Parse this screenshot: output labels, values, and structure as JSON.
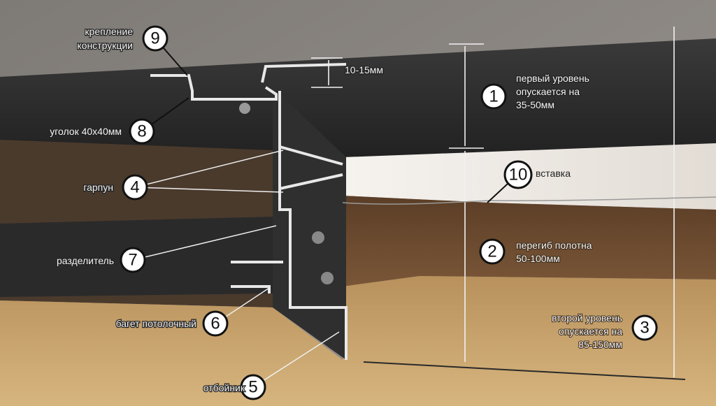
{
  "callouts": [
    {
      "num": "9",
      "label": [
        "крепление",
        "конструкции"
      ]
    },
    {
      "num": "8",
      "label": [
        "уголок 40х40мм"
      ]
    },
    {
      "num": "4",
      "label": [
        "гарпун"
      ]
    },
    {
      "num": "7",
      "label": [
        "разделитель"
      ]
    },
    {
      "num": "6",
      "label": [
        "багет потолочный"
      ]
    },
    {
      "num": "5",
      "label": [
        "отбойник"
      ]
    },
    {
      "num": "1",
      "label": [
        "первый уровень",
        "опускается на",
        "35-50мм"
      ]
    },
    {
      "num": "10",
      "label": [
        "вставка"
      ]
    },
    {
      "num": "2",
      "label": [
        "перегиб полотна",
        "50-100мм"
      ]
    },
    {
      "num": "3",
      "label": [
        "второй уровень",
        "опускается на",
        "85-150мм"
      ]
    }
  ],
  "dimension_gap": "10-15мм",
  "colors": {
    "concrete": "#8a8580",
    "ceiling": "#2b2b2b",
    "insert": "#e9e4de",
    "face": "#6b4a30",
    "floor": "#c9a26a"
  }
}
